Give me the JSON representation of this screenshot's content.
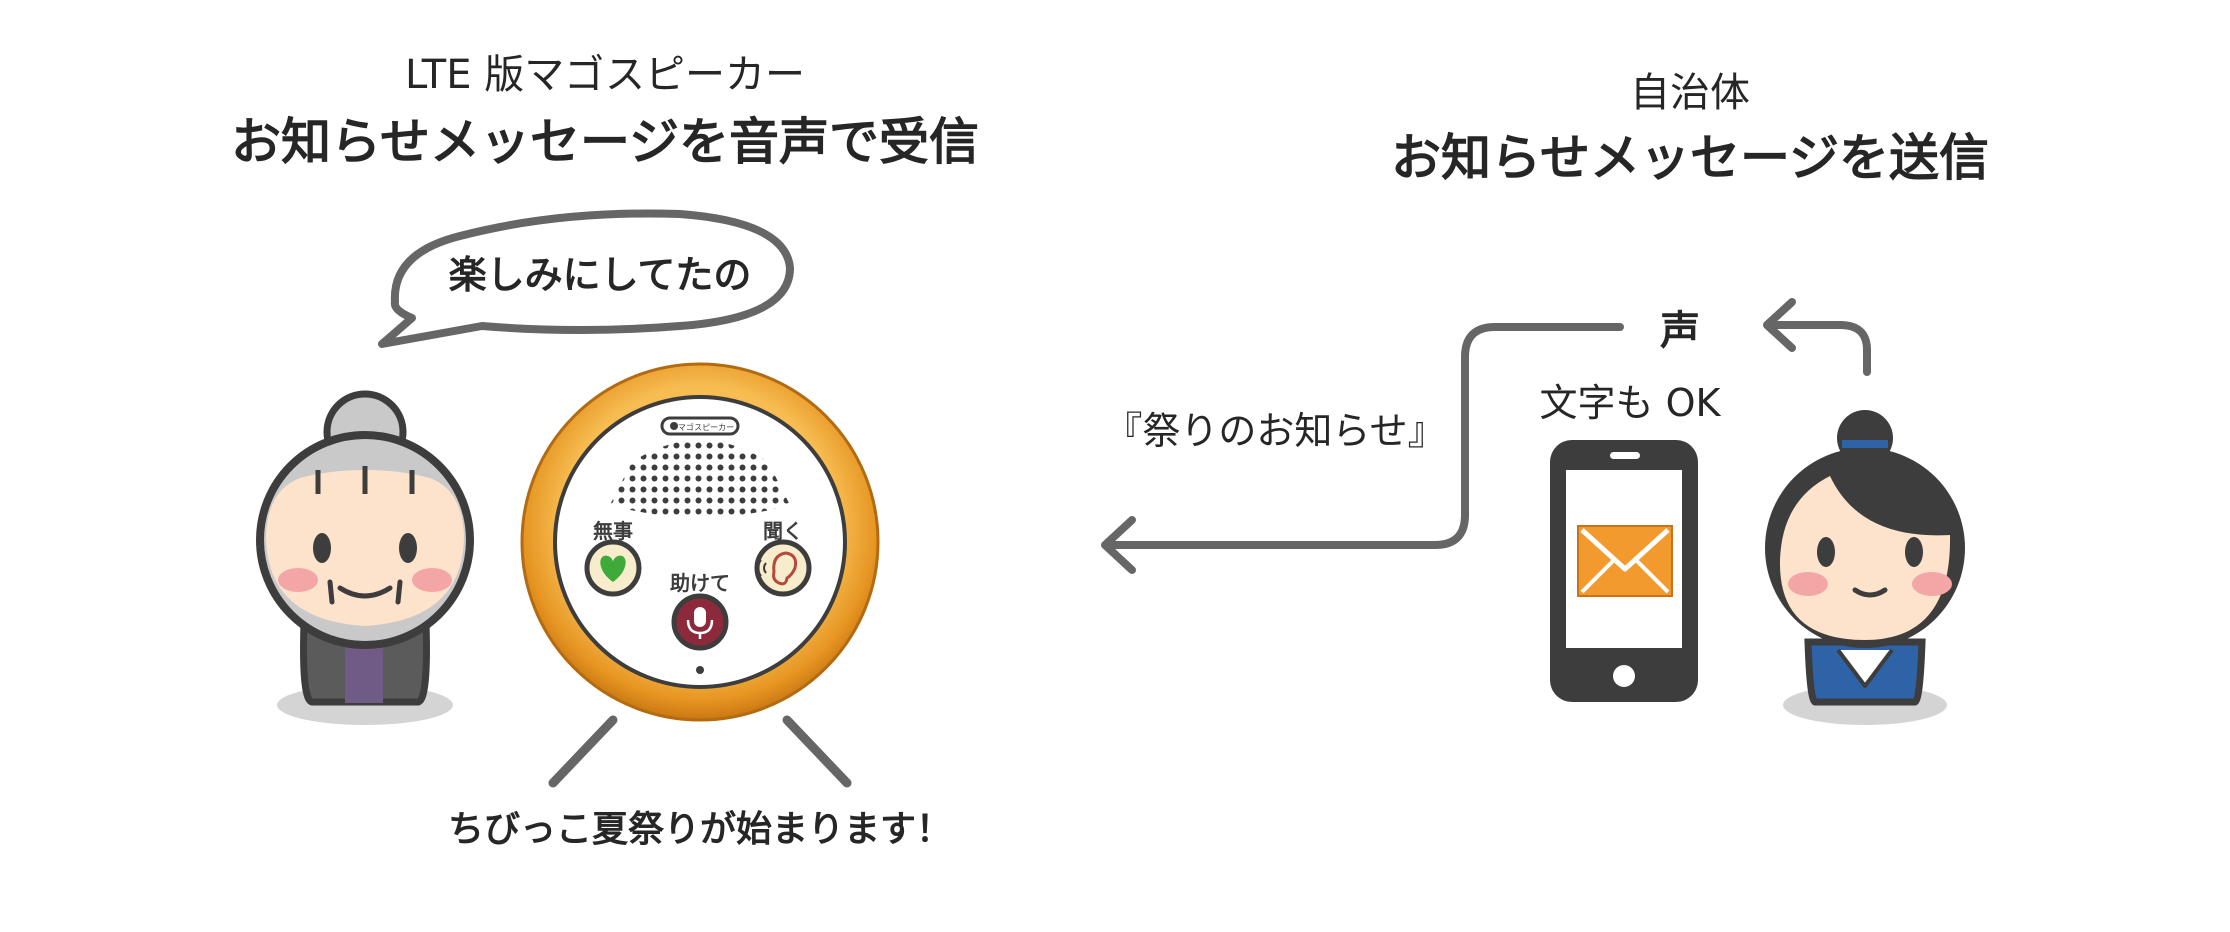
{
  "left_header": {
    "line1": "LTE 版マゴスピーカー",
    "line2": "お知らせメッセージを音声で受信"
  },
  "right_header": {
    "line1": "自治体",
    "line2": "お知らせメッセージを送信"
  },
  "speech_bubble": {
    "text": "楽しみにしてたの"
  },
  "speaker": {
    "brand_label": "マゴスピーカー",
    "buttons": {
      "safe": "無事",
      "listen": "聞く",
      "help": "助けて"
    }
  },
  "flow": {
    "voice": "声",
    "text_ok": "文字も OK",
    "message": "『祭りのお知らせ』"
  },
  "announcement": "ちびっこ夏祭りが始まります！",
  "colors": {
    "outline": "#3d3d3d",
    "arrow": "#666666",
    "speaker_ring": "#f0a32c",
    "mail": "#f39a2e",
    "uniform": "#2f63a8",
    "heart": "#3eaa3a",
    "mic_button": "#8c2a3c",
    "skin": "#fde3cc",
    "cheek": "#f4a6a6",
    "shadow": "#d4d4d4"
  }
}
